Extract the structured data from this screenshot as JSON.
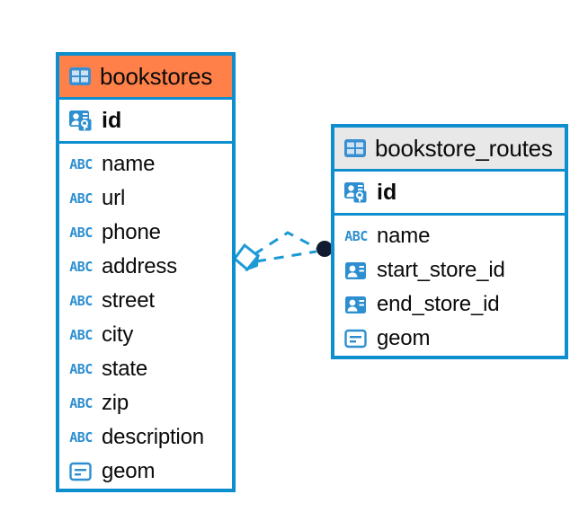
{
  "diagram": {
    "type": "entity-relationship-diagram",
    "background": "#ffffff",
    "accent_color": "#0d8ece",
    "selected_header_color": "#ff8048",
    "header_color": "#e8e8e8",
    "icon_color": "#2e8fd0",
    "abc_text": "ABC"
  },
  "entities": [
    {
      "name": "bookstores",
      "header_icon": "table-icon",
      "selected": true,
      "primary_key": {
        "label": "id",
        "icon": "primary-key-icon"
      },
      "fields": [
        {
          "label": "name",
          "icon": "text-type-icon"
        },
        {
          "label": "url",
          "icon": "text-type-icon"
        },
        {
          "label": "phone",
          "icon": "text-type-icon"
        },
        {
          "label": "address",
          "icon": "text-type-icon"
        },
        {
          "label": "street",
          "icon": "text-type-icon"
        },
        {
          "label": "city",
          "icon": "text-type-icon"
        },
        {
          "label": "state",
          "icon": "text-type-icon"
        },
        {
          "label": "zip",
          "icon": "text-type-icon"
        },
        {
          "label": "description",
          "icon": "text-type-icon"
        },
        {
          "label": "geom",
          "icon": "geometry-type-icon"
        }
      ]
    },
    {
      "name": "bookstore_routes",
      "header_icon": "table-icon",
      "selected": false,
      "primary_key": {
        "label": "id",
        "icon": "primary-key-icon"
      },
      "fields": [
        {
          "label": "name",
          "icon": "text-type-icon"
        },
        {
          "label": "start_store_id",
          "icon": "foreign-key-icon"
        },
        {
          "label": "end_store_id",
          "icon": "foreign-key-icon"
        },
        {
          "label": "geom",
          "icon": "geometry-type-icon"
        }
      ]
    }
  ],
  "relationship": {
    "source_marker": "diamond-marker",
    "target_marker": "filled-circle-marker",
    "line_style": "dashed",
    "line_color": "#1b9ad6"
  }
}
